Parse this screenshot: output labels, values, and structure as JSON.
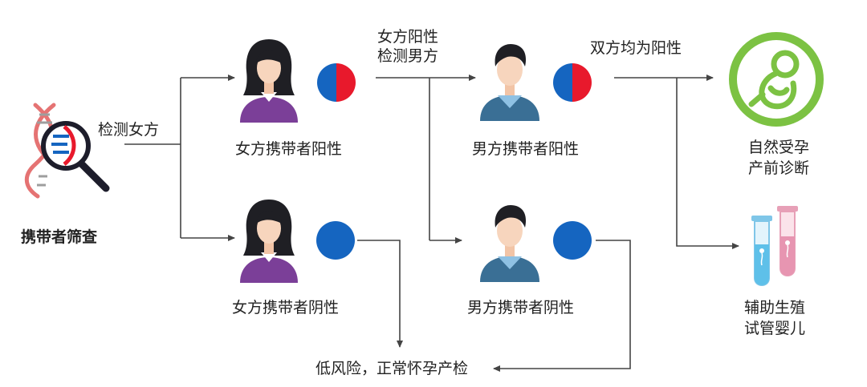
{
  "screening": {
    "label": "携带者筛查"
  },
  "edges": {
    "test_female": "检测女方",
    "female_positive_test_male": [
      "女方阳性",
      "检测男方"
    ],
    "both_positive": "双方均为阳性"
  },
  "nodes": {
    "female_positive": "女方携带者阳性",
    "female_negative": "女方携带者阴性",
    "male_positive": "男方携带者阳性",
    "male_negative": "男方携带者阴性",
    "natural_pregnancy": [
      "自然受孕",
      "产前诊断"
    ],
    "ivf": [
      "辅助生殖",
      "试管婴儿"
    ],
    "low_risk": "低风险，正常怀孕产检"
  },
  "colors": {
    "positive_red": "#e8192c",
    "blue": "#1565c0",
    "female_shirt": "#7b3f98",
    "male_shirt": "#3a6f95",
    "green": "#7cc243",
    "arrow": "#444444"
  }
}
